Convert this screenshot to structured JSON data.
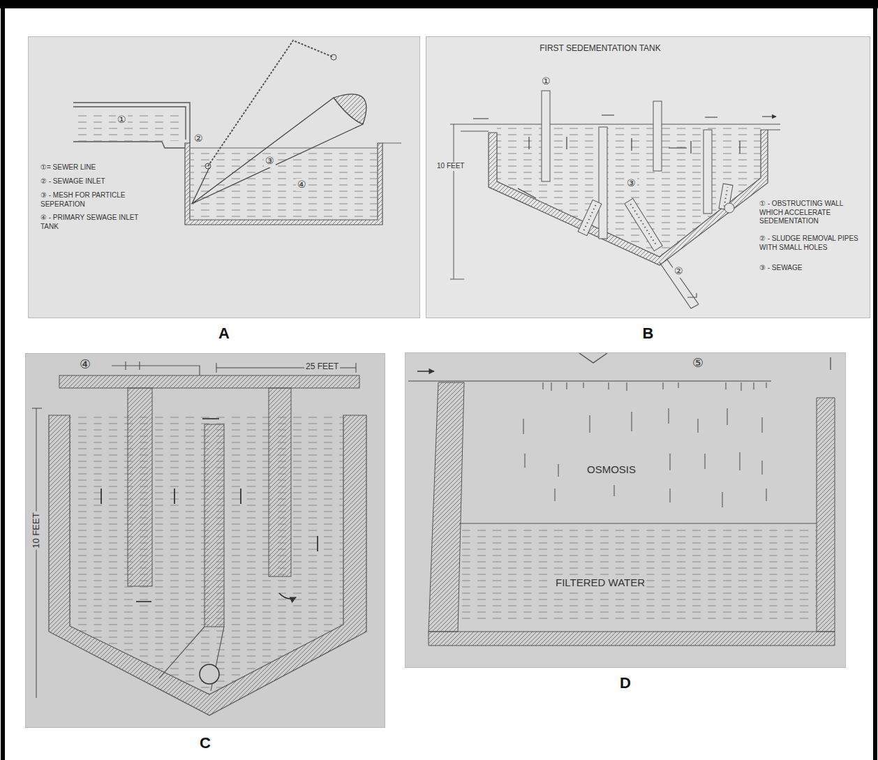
{
  "diagram": {
    "nodes": [
      {
        "text": [
          "A"
        ]
      },
      {
        "text": [
          "B"
        ]
      },
      {
        "text": [
          "C"
        ]
      },
      {
        "text": [
          "D"
        ]
      }
    ],
    "labels": [
      "①",
      "②",
      "③",
      "④",
      "①= SEWER LINE",
      "② - SEWAGE INLET",
      "③ - MESH FOR PARTICLE SEPERATION",
      "④ - PRIMARY SEWAGE INLET TANK",
      "FIRST SEDEMENTATION TANK",
      "①",
      "10 FEET",
      "③",
      "②",
      "① - OBSTRUCTING WALL WHICH ACCELERATE SEDEMENTATION",
      "② - SLUDGE REMOVAL PIPES WITH SMALL HOLES",
      "③ - SEWAGE",
      "④",
      "25 FEET",
      "10 FEET",
      "⑤",
      "OSMOSIS",
      "FILTERED WATER"
    ]
  }
}
